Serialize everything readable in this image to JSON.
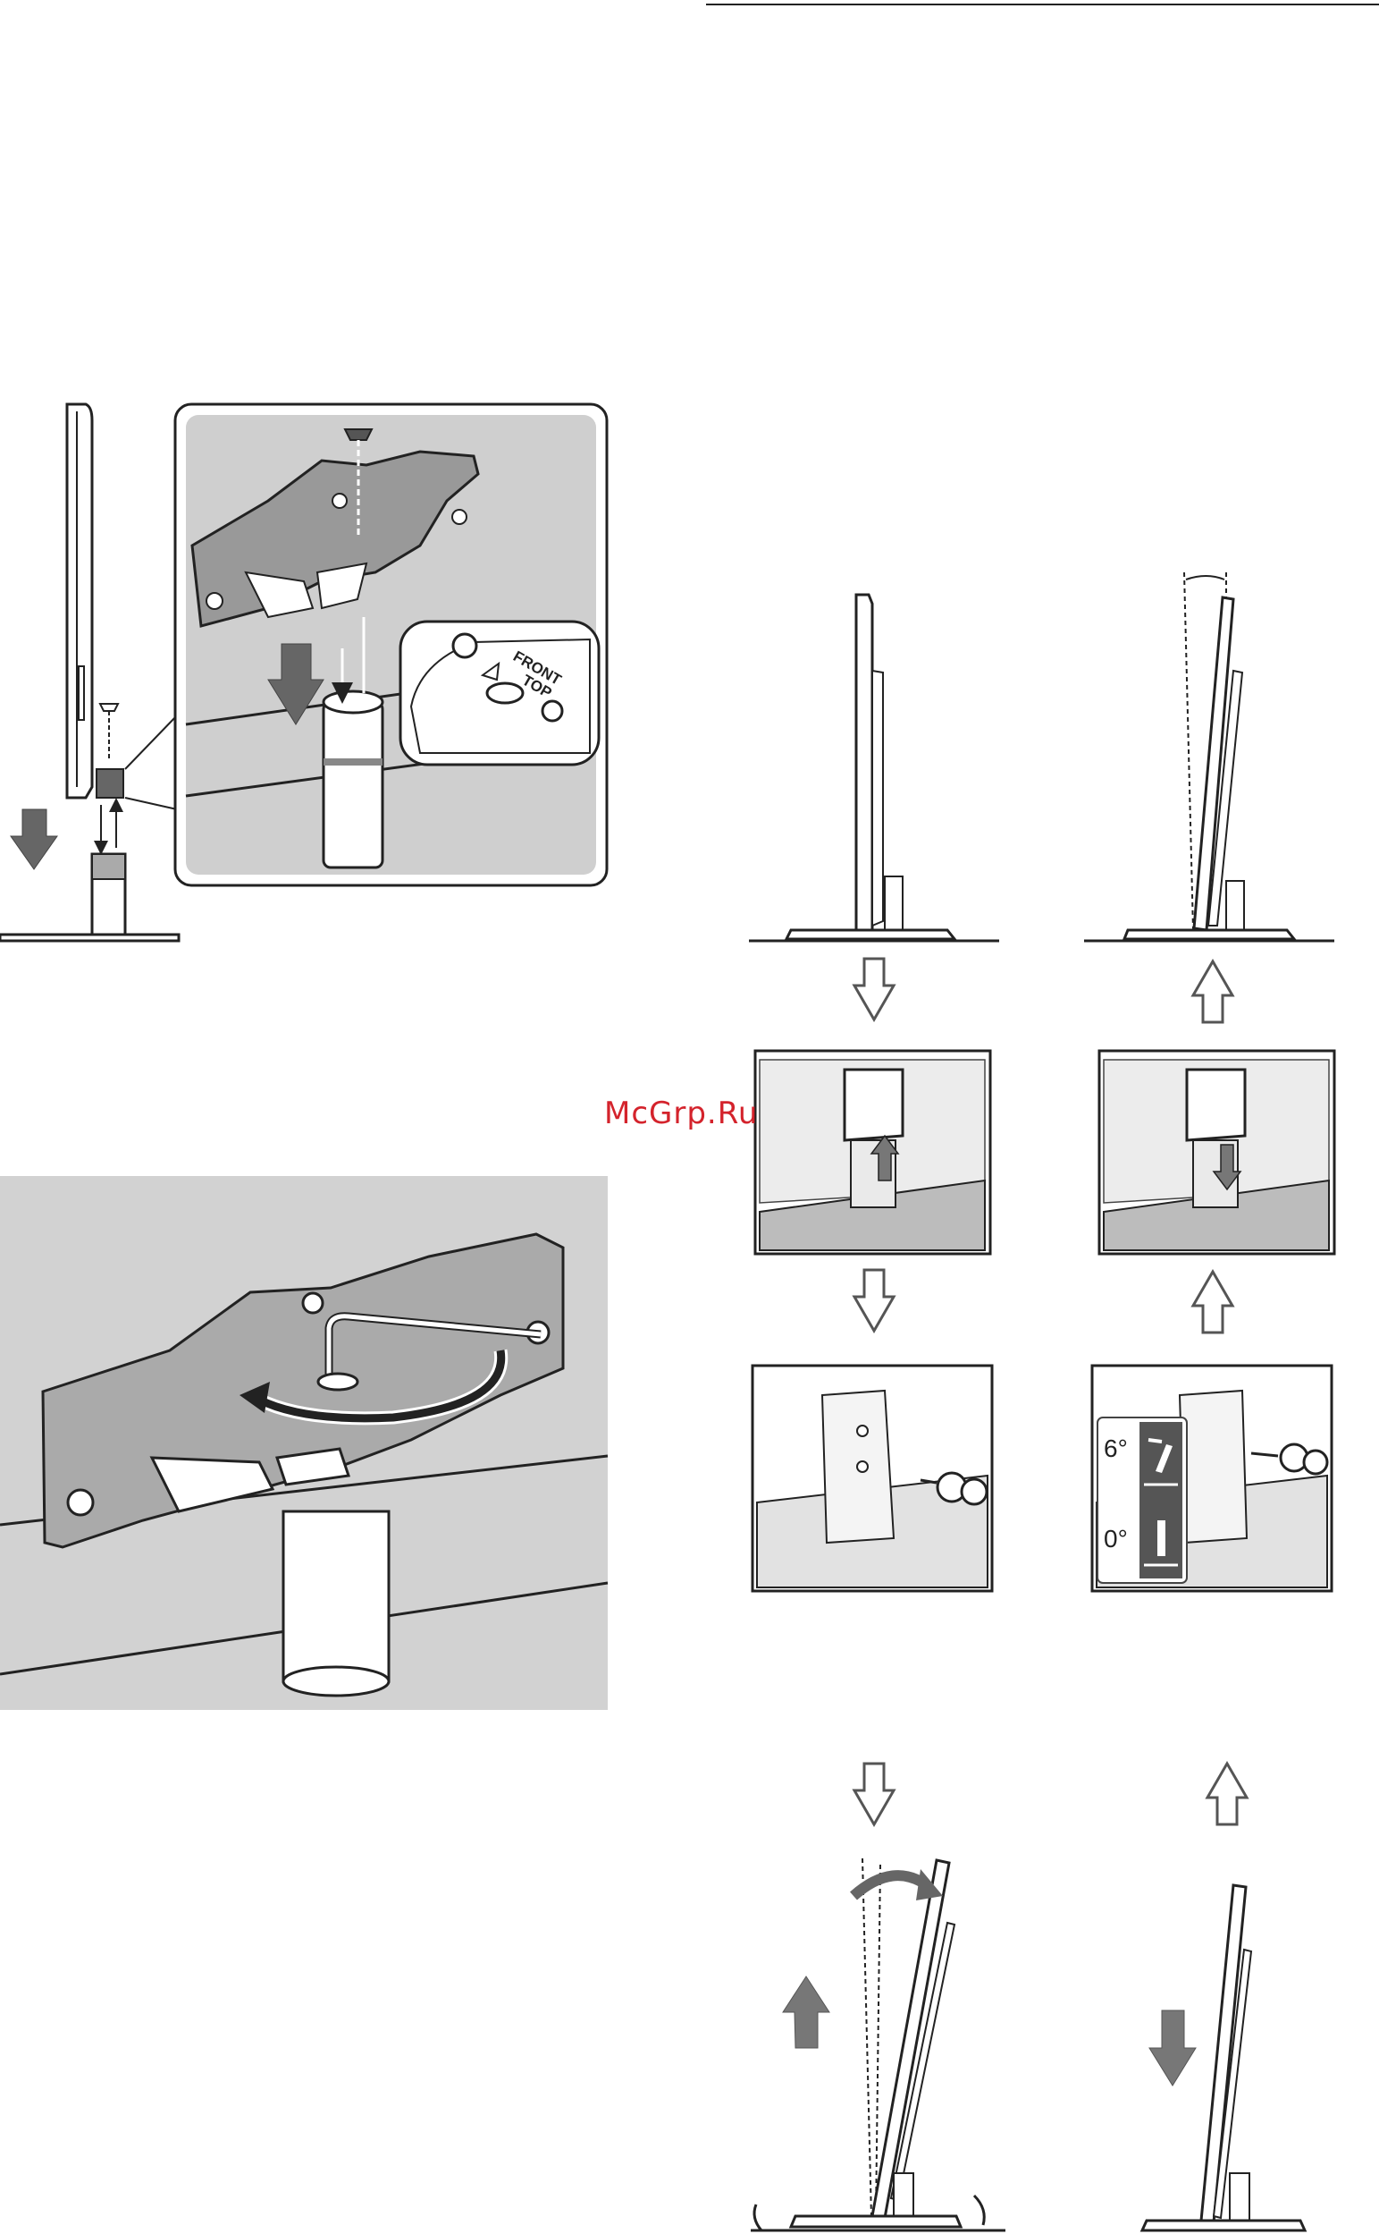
{
  "watermark": "McGrp.Ru",
  "callout_label": {
    "line1": "FRONT",
    "line2": "TOP"
  },
  "angle_labels": {
    "tilt": "6°",
    "upright": "0°"
  }
}
